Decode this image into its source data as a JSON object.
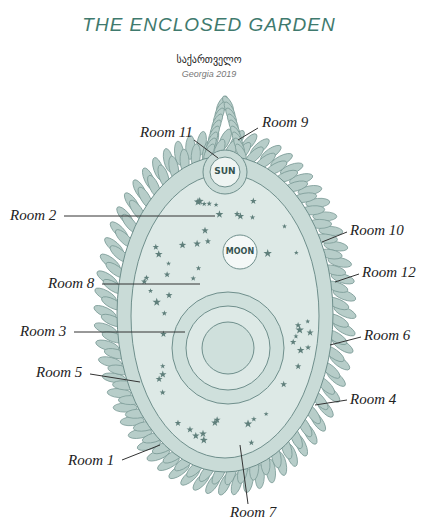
{
  "diagram": {
    "title": "THE ENCLOSED GARDEN",
    "labels": [
      "საქართველო",
      "Georgia 2019",
      "Room 11",
      "Room 9",
      "Room 2",
      "Room 8",
      "Room 10",
      "Room 12",
      "Room 3",
      "Room 6",
      "Room 5",
      "Room 4",
      "Room 1",
      "Room 7",
      "SUN",
      "MOON"
    ]
  }
}
